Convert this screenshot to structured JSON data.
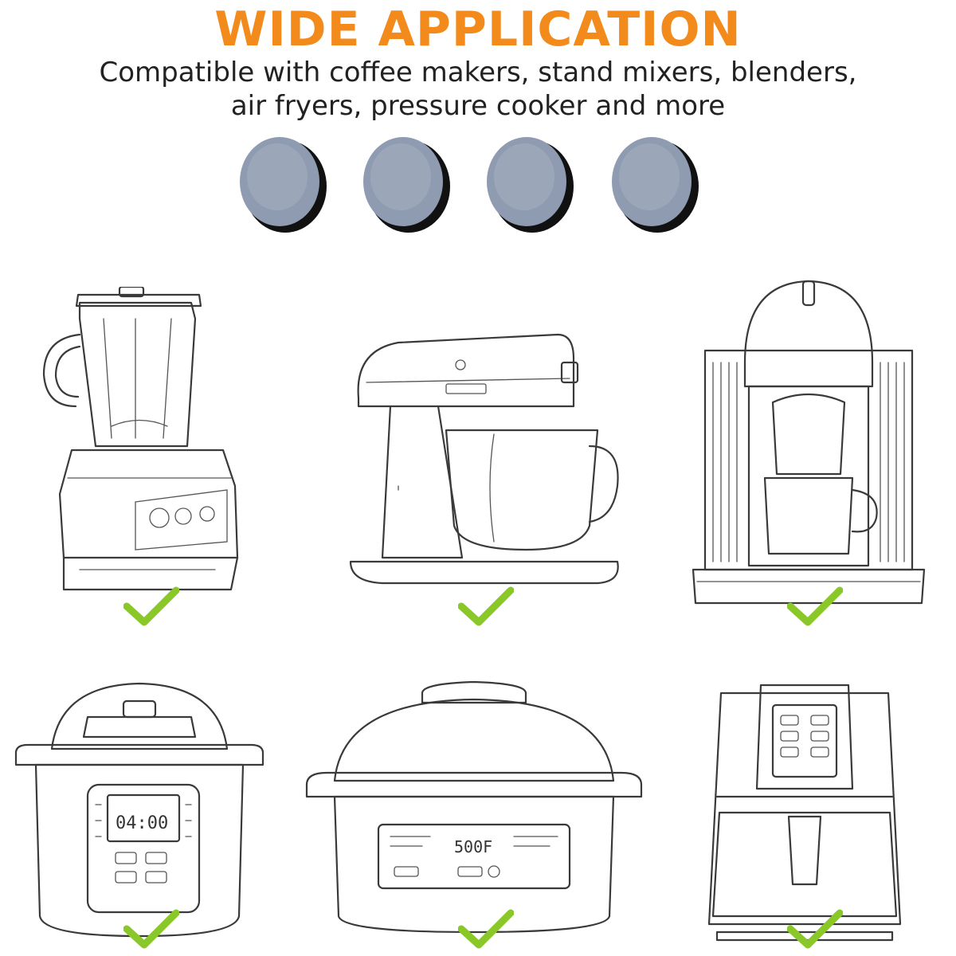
{
  "header": {
    "title": "WIDE APPLICATION",
    "subtitle_line1": "Compatible with coffee makers, stand mixers, blenders,",
    "subtitle_line2": "air fryers, pressure cooker and more"
  },
  "colors": {
    "title": "#f28a1c",
    "check": "#8ac82a",
    "pad_face": "#8e9bb0",
    "pad_rim": "#111111"
  },
  "pads": {
    "count": 4,
    "icon": "furniture-pad-icon"
  },
  "appliances": [
    {
      "name": "blender",
      "icon": "blender-icon",
      "compatible": true
    },
    {
      "name": "stand-mixer",
      "icon": "stand-mixer-icon",
      "compatible": true
    },
    {
      "name": "coffee-maker",
      "icon": "coffee-maker-icon",
      "compatible": true
    },
    {
      "name": "pressure-cooker",
      "icon": "pressure-cooker-icon",
      "compatible": true
    },
    {
      "name": "indoor-grill",
      "icon": "indoor-grill-icon",
      "compatible": true
    },
    {
      "name": "air-fryer",
      "icon": "air-fryer-icon",
      "compatible": true
    }
  ],
  "displays": {
    "pressure_cooker_time": "04:00",
    "grill_temperature": "500F"
  }
}
